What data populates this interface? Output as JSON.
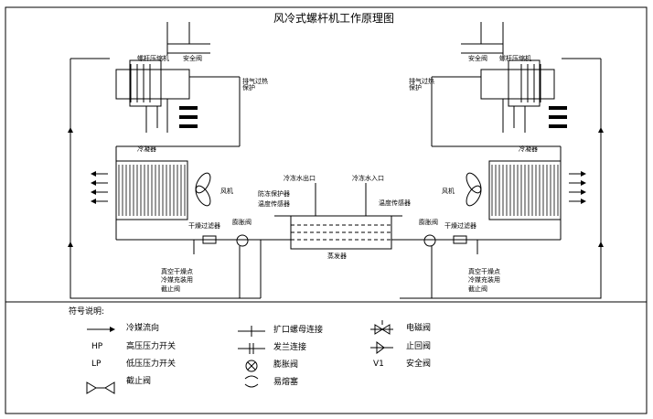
{
  "title": "风冷式螺杆机工作原理图",
  "left": {
    "compressor": "螺杆压缩机",
    "safety_valve": "安全阀",
    "discharge_protect": "排气过热保护",
    "condenser": "冷凝器",
    "fan": "风机",
    "drier_filter": "干燥过滤器",
    "expansion_valve": "膨胀阀",
    "vacuum_note": "真空干燥点冷媒充装用截止阀"
  },
  "right": {
    "compressor": "螺杆压缩机",
    "safety_valve": "安全阀",
    "discharge_protect": "排气过热保护",
    "condenser": "冷凝器",
    "fan": "风机",
    "drier_filter": "干燥过滤器",
    "expansion_valve": "膨胀阀",
    "vacuum_note": "真空干燥点冷媒充装用截止阀"
  },
  "center": {
    "water_out": "冷冻水出口",
    "water_in": "冷冻水入口",
    "antifreeze_sensor": "防冻保护器",
    "temp_sensor_left": "温度传感器",
    "temp_sensor_right": "温度传感器",
    "evaporator": "蒸发器"
  },
  "legend": {
    "heading": "符号说明:",
    "items": [
      {
        "symbol": "arrow",
        "label": "冷媒流向"
      },
      {
        "symbol": "HP",
        "label": "高压压力开关"
      },
      {
        "symbol": "LP",
        "label": "低压压力开关"
      },
      {
        "symbol": "stop-valve",
        "label": "截止阀"
      },
      {
        "symbol": "flare",
        "label": "扩口螺母连接"
      },
      {
        "symbol": "flange",
        "label": "发兰连接"
      },
      {
        "symbol": "expansion",
        "label": "膨胀阀"
      },
      {
        "symbol": "plug",
        "label": "易熔塞"
      },
      {
        "symbol": "solenoid",
        "label": "电磁阀"
      },
      {
        "symbol": "check",
        "label": "止回阀"
      },
      {
        "symbol": "V1",
        "label": "安全阀"
      }
    ]
  }
}
